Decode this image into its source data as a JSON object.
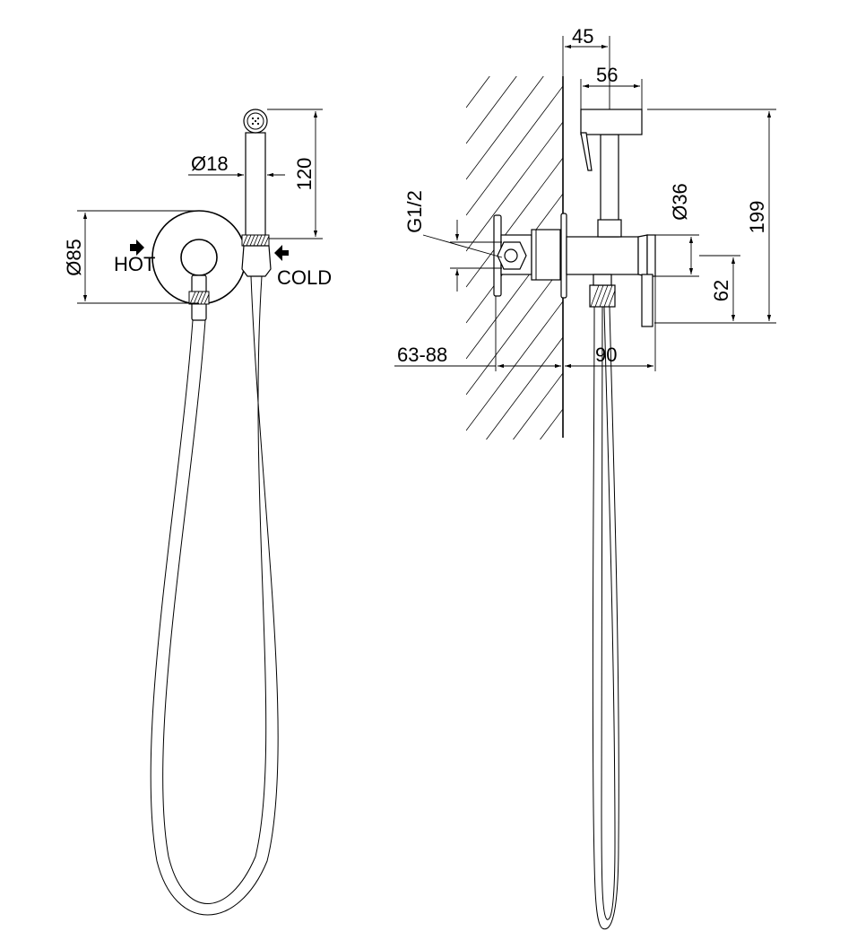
{
  "labels": {
    "hot": "HOT",
    "cold": "COLD"
  },
  "dimensions": {
    "d85": "Ø85",
    "d18": "Ø18",
    "h120": "120",
    "w45": "45",
    "w56": "56",
    "g12": "G1/2",
    "d36": "Ø36",
    "h199": "199",
    "h62": "62",
    "depth": "63-88",
    "w90": "90"
  },
  "icons": {
    "hot_arrow": "arrow-right-icon",
    "cold_arrow": "arrow-left-icon"
  }
}
